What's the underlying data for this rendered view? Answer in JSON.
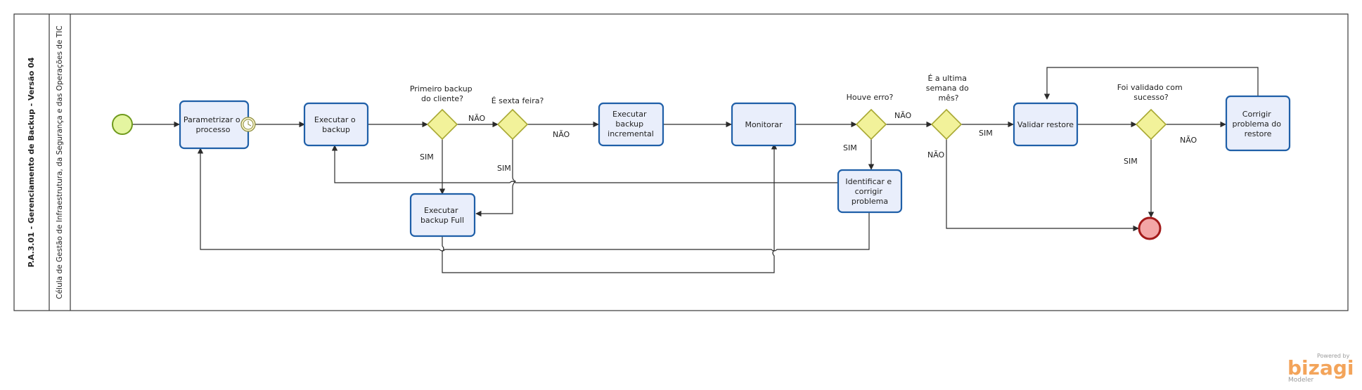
{
  "pool": {
    "title": "P.A.3.01 - Gerenciamento de Backup - Versão 04",
    "lane": "Célula de Gestão de Infraestrutura, da Segurança e das Operações de TIC"
  },
  "tasks": {
    "parametrizar": [
      "Parametrizar  o",
      "processo"
    ],
    "executar_backup": [
      "Executar o",
      "backup"
    ],
    "backup_full": [
      "Executar",
      "backup Full"
    ],
    "backup_incremental": [
      "Executar",
      "backup",
      "incremental"
    ],
    "monitorar": [
      "Monitorar"
    ],
    "identificar": [
      "Identificar e",
      "corrigir",
      "problema"
    ],
    "validar": [
      "Validar restore"
    ],
    "corrigir_restore": [
      "Corrigir",
      "problema do",
      "restore"
    ]
  },
  "gateways": {
    "primeiro_backup": [
      "Primeiro backup",
      "do cliente?"
    ],
    "sexta_feira": [
      "É sexta feira?"
    ],
    "houve_erro": [
      "Houve erro?"
    ],
    "ultima_semana": [
      "É a ultima",
      "semana do",
      "mês?"
    ],
    "validado": [
      "Foi validado com",
      "sucesso?"
    ]
  },
  "flow_labels": {
    "nao_1": "NÃO",
    "sim_1": "SIM",
    "nao_2": "NÃO",
    "sim_2": "SIM",
    "nao_3": "NÃO",
    "sim_3": "SIM",
    "nao_4": "NÃO",
    "sim_4": "SIM",
    "nao_5": "NÃO",
    "sim_5": "SIM"
  },
  "branding": {
    "powered": "Powered by",
    "name": "bizagi",
    "sub": "Modeler"
  },
  "colors": {
    "start_fill": "#e4f5a0",
    "start_stroke": "#6f9a1c",
    "end_fill": "#f3a6a6",
    "end_stroke": "#a31a1a",
    "task_stroke": "#1f5fa8",
    "gateway_fill": "#f2f29a"
  }
}
